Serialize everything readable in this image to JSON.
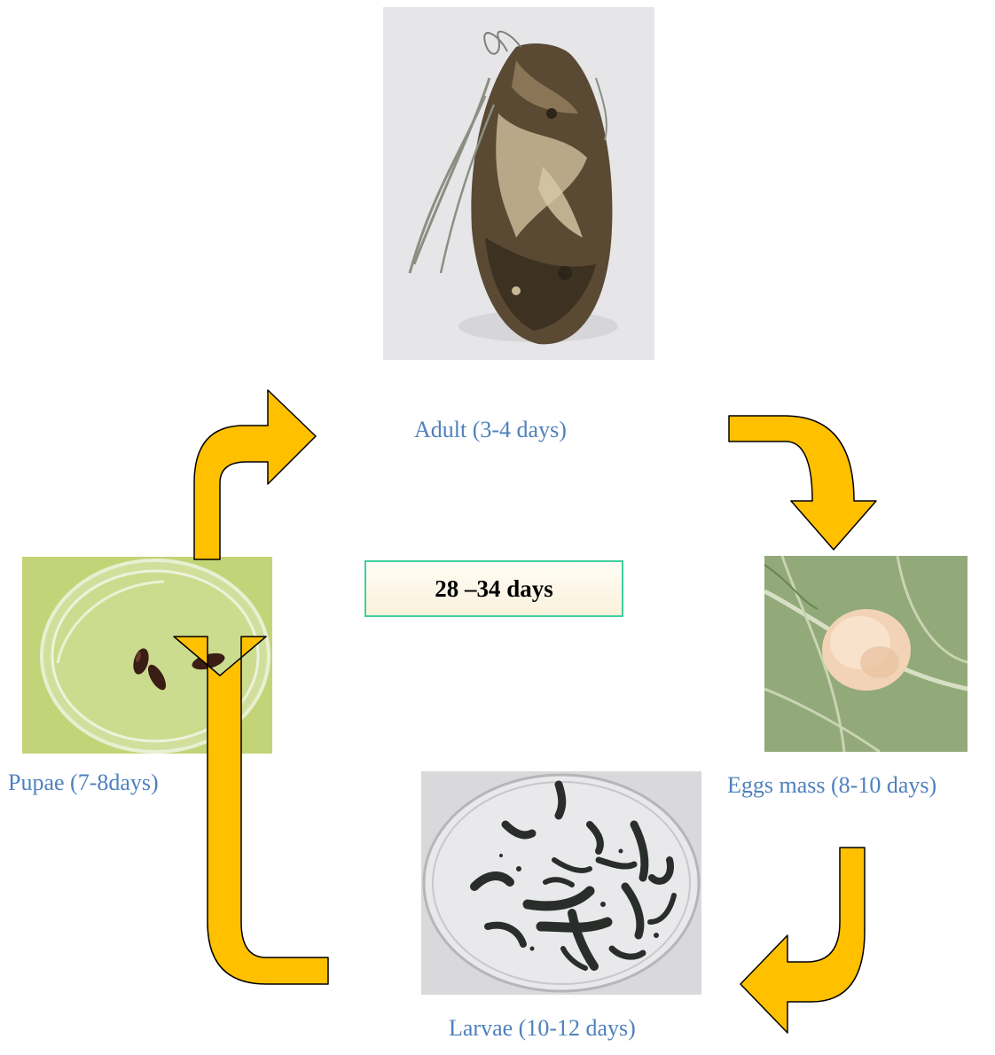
{
  "stages": {
    "adult": {
      "label": "Adult (3-4 days)"
    },
    "eggs": {
      "label": "Eggs mass (8-10 days)"
    },
    "larvae": {
      "label": "Larvae (10-12 days)"
    },
    "pupae": {
      "label": "Pupae (7-8days)"
    }
  },
  "cycle_total": "28 –34 days",
  "colors": {
    "label_text": "#4f81bd",
    "arrow_fill": "#ffc000",
    "arrow_stroke": "#000000",
    "box_border": "#3fcf9f"
  },
  "icons": {
    "adult": "moth-photo",
    "eggs": "egg-mass-on-leaf-photo",
    "larvae": "larvae-in-petri-dish-photo",
    "pupae": "pupae-in-petri-dish-photo"
  }
}
